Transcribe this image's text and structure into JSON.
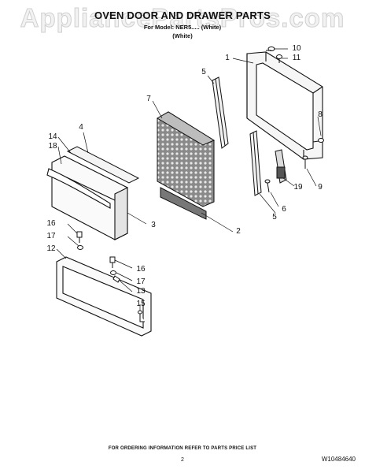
{
  "watermark": "AppliancePartsPros.com",
  "header": {
    "title": "OVEN DOOR AND DRAWER PARTS",
    "model_line": "For Model: NER5..... (White)",
    "model_prefix": "For Model:",
    "variant": "(White)"
  },
  "callouts": {
    "c1": "1",
    "c2": "2",
    "c3": "3",
    "c4": "4",
    "c5a": "5",
    "c5b": "5",
    "c6": "6",
    "c7": "7",
    "c8": "8",
    "c9": "9",
    "c10": "10",
    "c11": "11",
    "c12": "12",
    "c13": "13",
    "c14": "14",
    "c15": "15",
    "c16a": "16",
    "c16b": "16",
    "c17a": "17",
    "c17b": "17",
    "c18": "18",
    "c19": "19"
  },
  "footer": {
    "ordering_note": "FOR ORDERING INFORMATION REFER TO PARTS PRICE LIST",
    "page_number": "2",
    "document_number": "W10484640"
  },
  "colors": {
    "line": "#111111",
    "fill_light": "#f4f4f4",
    "insulation": "#777777"
  }
}
